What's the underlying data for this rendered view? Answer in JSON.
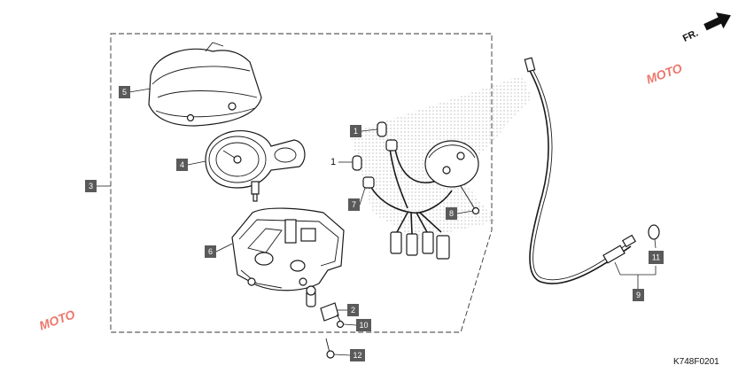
{
  "diagram": {
    "direction_label": "FR.",
    "drawing_code": "K748F0201",
    "callouts": [
      {
        "id": "c1a",
        "number": "1"
      },
      {
        "id": "c1b",
        "number": "1"
      },
      {
        "id": "c2",
        "number": "2"
      },
      {
        "id": "c3",
        "number": "3"
      },
      {
        "id": "c4",
        "number": "4"
      },
      {
        "id": "c5",
        "number": "5"
      },
      {
        "id": "c6",
        "number": "6"
      },
      {
        "id": "c7",
        "number": "7"
      },
      {
        "id": "c8",
        "number": "8"
      },
      {
        "id": "c9",
        "number": "9"
      },
      {
        "id": "c10",
        "number": "10"
      },
      {
        "id": "c11",
        "number": "11"
      },
      {
        "id": "c12",
        "number": "12"
      }
    ],
    "watermark": {
      "text": "MOTO",
      "color": "#e64a3c"
    }
  }
}
